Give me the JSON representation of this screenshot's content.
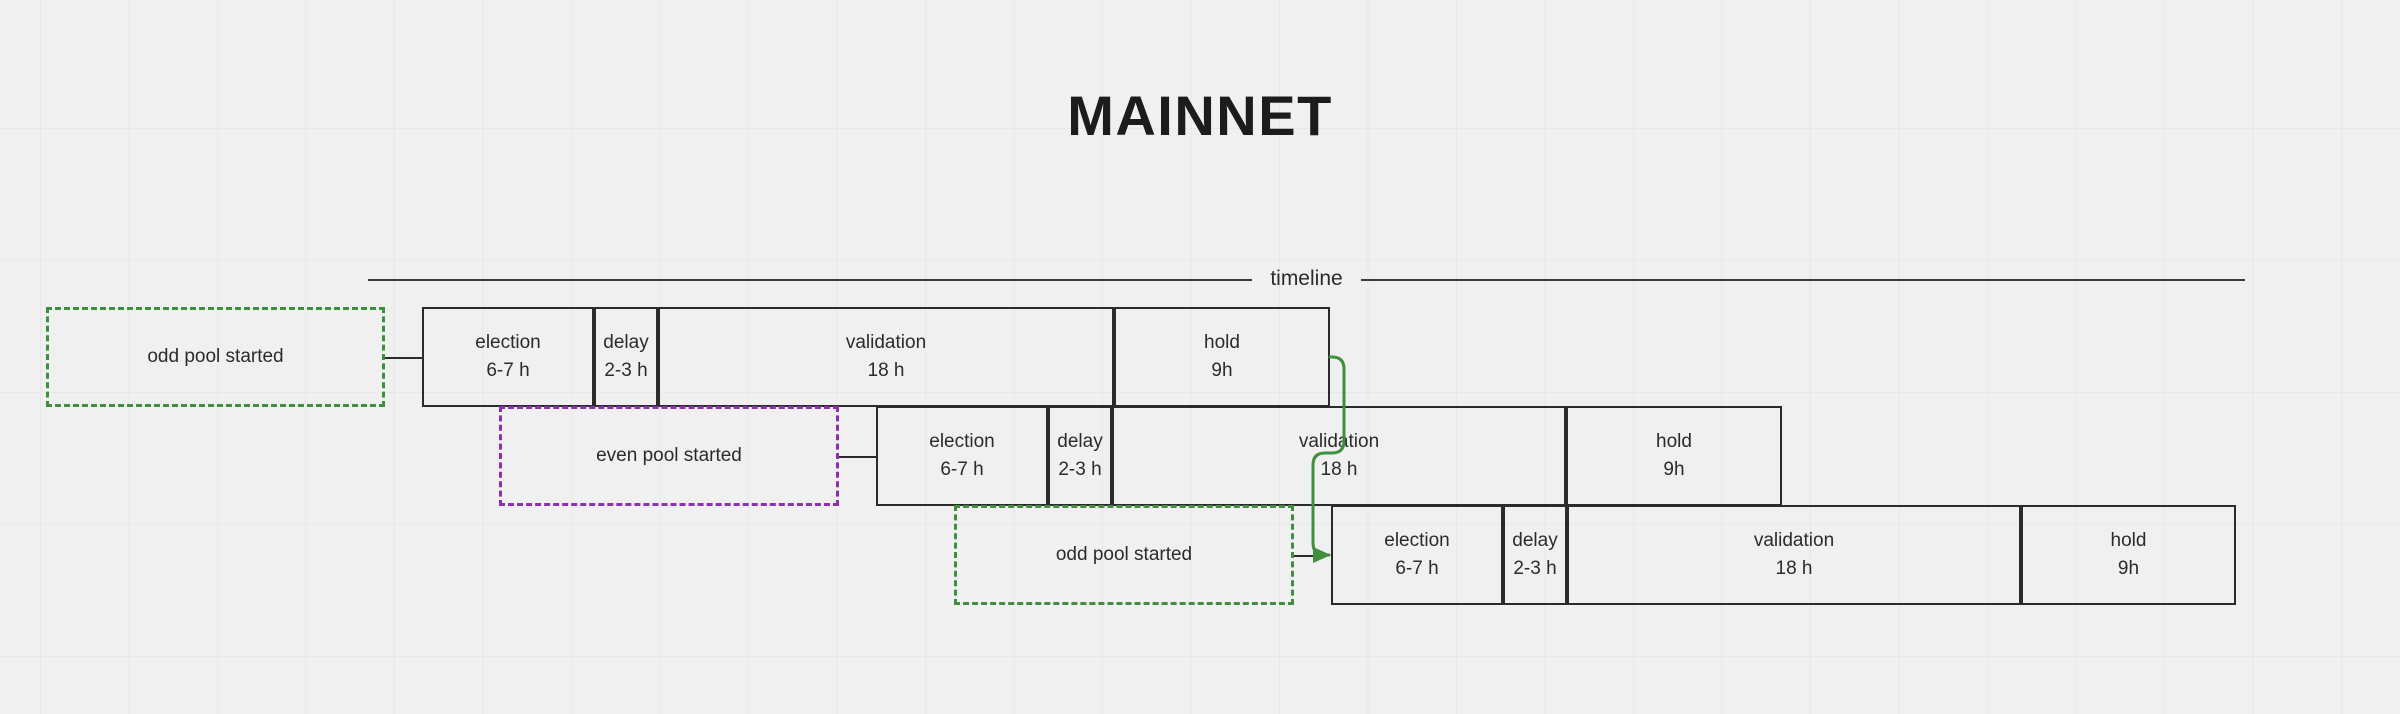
{
  "page": {
    "title": "MAINNET",
    "background_color": "#f0f0f0"
  },
  "timeline": {
    "label": "timeline",
    "axis_color": "#3a3a3a"
  },
  "colors": {
    "box_border": "#2b2b2b",
    "odd_pool_accent": "#3f8f3f",
    "even_pool_accent": "#8e2fb0",
    "connector_arrow": "#3f8f3f",
    "text": "#2b2b2b"
  },
  "annotations": [
    {
      "id": "odd-1",
      "label": "odd pool started",
      "accent": "#3f8f3f"
    },
    {
      "id": "even-1",
      "label": "even pool started",
      "accent": "#8e2fb0"
    },
    {
      "id": "odd-2",
      "label": "odd pool started",
      "accent": "#3f8f3f"
    }
  ],
  "rows": [
    {
      "id": "row-1",
      "name": "odd-pool-cycle-1",
      "phases": [
        {
          "name": "election",
          "label": "election",
          "duration": "6-7 h"
        },
        {
          "name": "delay",
          "label": "delay",
          "duration": "2-3 h"
        },
        {
          "name": "validation",
          "label": "validation",
          "duration": "18 h"
        },
        {
          "name": "hold",
          "label": "hold",
          "duration": "9h"
        }
      ]
    },
    {
      "id": "row-2",
      "name": "even-pool-cycle-1",
      "phases": [
        {
          "name": "election",
          "label": "election",
          "duration": "6-7 h"
        },
        {
          "name": "delay",
          "label": "delay",
          "duration": "2-3 h"
        },
        {
          "name": "validation",
          "label": "validation",
          "duration": "18 h"
        },
        {
          "name": "hold",
          "label": "hold",
          "duration": "9h"
        }
      ]
    },
    {
      "id": "row-3",
      "name": "odd-pool-cycle-2",
      "phases": [
        {
          "name": "election",
          "label": "election",
          "duration": "6-7 h"
        },
        {
          "name": "delay",
          "label": "delay",
          "duration": "2-3 h"
        },
        {
          "name": "validation",
          "label": "validation",
          "duration": "18 h"
        },
        {
          "name": "hold",
          "label": "hold",
          "duration": "9h"
        }
      ]
    }
  ]
}
